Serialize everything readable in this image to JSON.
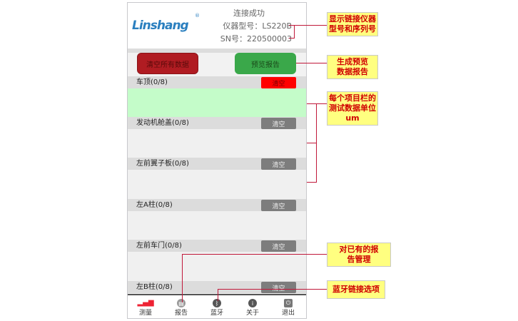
{
  "header": {
    "logo": "Linshang",
    "status": "连接成功",
    "model": "仪器型号：LS220B",
    "sn": "SN号：220500003"
  },
  "buttons": {
    "clear_all": "清空所有数据",
    "preview": "预览报告"
  },
  "sections": [
    {
      "name": "车顶(0/8)",
      "clear": "清空",
      "active": true
    },
    {
      "name": "发动机舱盖(0/8)",
      "clear": "清空"
    },
    {
      "name": "左前翼子板(0/8)",
      "clear": "清空"
    },
    {
      "name": "左A柱(0/8)",
      "clear": "清空"
    },
    {
      "name": "左前车门(0/8)",
      "clear": "清空"
    },
    {
      "name": "左B柱(0/8)",
      "clear": "清空"
    }
  ],
  "nav": [
    {
      "label": "测量",
      "icon": "signal-icon"
    },
    {
      "label": "报告",
      "icon": "report-icon"
    },
    {
      "label": "蓝牙",
      "icon": "bluetooth-icon"
    },
    {
      "label": "关于",
      "icon": "info-icon"
    },
    {
      "label": "退出",
      "icon": "exit-icon"
    }
  ],
  "callouts": [
    "显示链接仪器型号和序列号",
    "生成预览数据报告",
    "每个项目栏的测试数据单位um",
    "对已有的报告管理",
    "蓝牙链接选项"
  ]
}
